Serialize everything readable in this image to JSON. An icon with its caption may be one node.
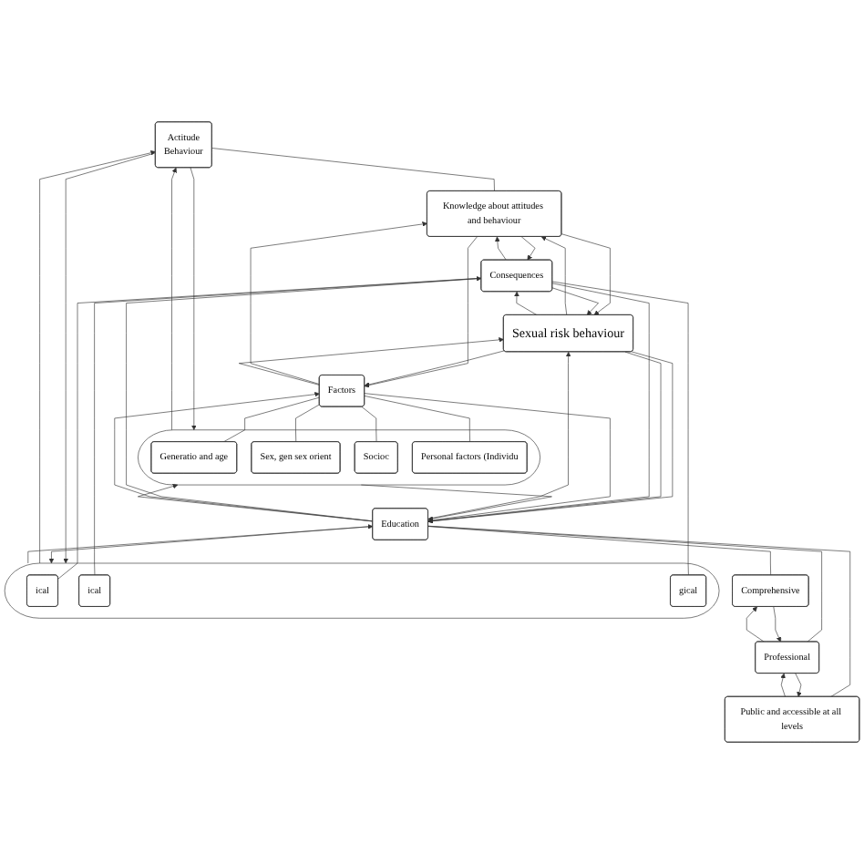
{
  "diagram": {
    "nodes": [
      {
        "text": [
          "Actitude",
          "Behaviour"
        ]
      },
      {
        "text": [
          "Knowledge about attitudes and behaviour"
        ]
      },
      {
        "text": [],
        "shape": "ellipse"
      },
      {
        "text": [
          "ical"
        ],
        "in": 2
      },
      {
        "text": [
          "ical"
        ],
        "in": 2
      },
      {
        "text": [
          "gical"
        ],
        "in": 2
      },
      {
        "text": [
          "Consequences"
        ]
      },
      {
        "text": [
          "Sexual risk behaviour"
        ]
      },
      {
        "text": [
          "Factors"
        ]
      },
      {
        "text": [],
        "shape": "ellipse"
      },
      {
        "text": [
          "Generatio and age"
        ],
        "in": 9
      },
      {
        "text": [
          "Sex, gen sex orient"
        ],
        "in": 9
      },
      {
        "text": [
          "Socioc"
        ],
        "in": 9
      },
      {
        "text": [
          "Personal factors (Individu"
        ],
        "in": 9
      },
      {
        "text": [
          "Education"
        ]
      },
      {
        "text": [
          "Comprehensive"
        ]
      },
      {
        "text": [
          "Professional"
        ]
      },
      {
        "text": [
          "Public and accessible at all levels"
        ]
      }
    ],
    "edges": [
      {
        "from": 2,
        "to": 0,
        "arrow": "to"
      },
      {
        "from": 0,
        "to": 2,
        "arrow": "to"
      },
      {
        "from": 9,
        "to": 0,
        "arrow": "to"
      },
      {
        "from": 0,
        "to": 9,
        "arrow": "to"
      },
      {
        "from": 0,
        "to": 1,
        "arrow": "none"
      },
      {
        "from": 6,
        "to": 1,
        "arrow": "to"
      },
      {
        "from": 1,
        "to": 6,
        "arrow": "to"
      },
      {
        "from": 8,
        "to": 1,
        "arrow": "to"
      },
      {
        "from": 1,
        "to": 8,
        "arrow": "to"
      },
      {
        "from": 7,
        "to": 1,
        "arrow": "to"
      },
      {
        "from": 1,
        "to": 7,
        "arrow": "to"
      },
      {
        "from": 7,
        "to": 6,
        "arrow": "to"
      },
      {
        "from": 6,
        "to": 7,
        "arrow": "to"
      },
      {
        "from": 8,
        "to": 7,
        "arrow": "to"
      },
      {
        "from": 7,
        "to": 8,
        "arrow": "to"
      },
      {
        "from": 6,
        "to": 3,
        "arrow": "none"
      },
      {
        "from": 6,
        "to": 4,
        "arrow": "none"
      },
      {
        "from": 6,
        "to": 5,
        "arrow": "none"
      },
      {
        "from": 8,
        "to": 10,
        "arrow": "none"
      },
      {
        "from": 8,
        "to": 11,
        "arrow": "none"
      },
      {
        "from": 8,
        "to": 12,
        "arrow": "none"
      },
      {
        "from": 8,
        "to": 13,
        "arrow": "none"
      },
      {
        "from": 14,
        "to": 7,
        "arrow": "to"
      },
      {
        "from": 7,
        "to": 14,
        "arrow": "to"
      },
      {
        "from": 7,
        "to": 14,
        "arrow": "none"
      },
      {
        "from": 14,
        "to": 6,
        "arrow": "to"
      },
      {
        "from": 6,
        "to": 14,
        "arrow": "to"
      },
      {
        "from": 14,
        "to": 8,
        "arrow": "to"
      },
      {
        "from": 8,
        "to": 14,
        "arrow": "to"
      },
      {
        "from": 14,
        "to": 2,
        "arrow": "to"
      },
      {
        "from": 2,
        "to": 14,
        "arrow": "to"
      },
      {
        "from": 14,
        "to": 9,
        "arrow": "to"
      },
      {
        "from": 9,
        "to": 14,
        "arrow": "to"
      },
      {
        "from": 14,
        "to": 15,
        "arrow": "none"
      },
      {
        "from": 14,
        "to": 16,
        "arrow": "none"
      },
      {
        "from": 14,
        "to": 17,
        "arrow": "none"
      },
      {
        "from": 15,
        "to": 16,
        "arrow": "to"
      },
      {
        "from": 16,
        "to": 15,
        "arrow": "to"
      },
      {
        "from": 17,
        "to": 16,
        "arrow": "to"
      },
      {
        "from": 16,
        "to": 17,
        "arrow": "to"
      }
    ]
  }
}
